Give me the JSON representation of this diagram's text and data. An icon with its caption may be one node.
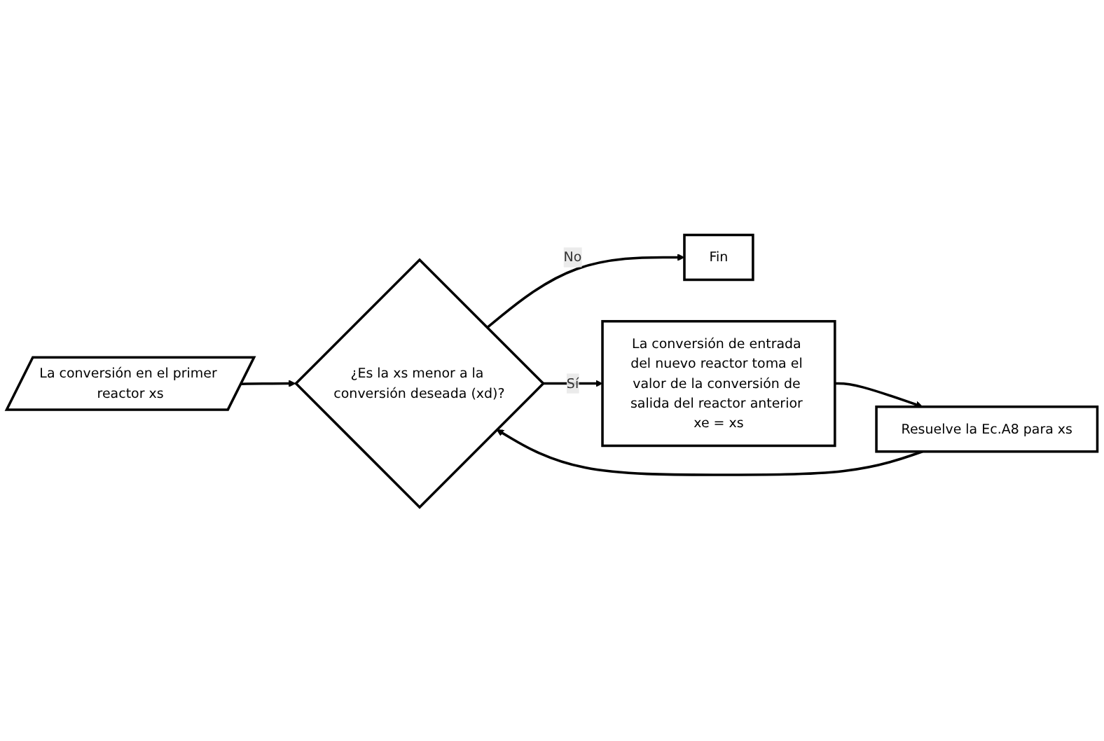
{
  "diagram": {
    "nodes": [
      {
        "text": [
          "La conversión en el primer reactor xs"
        ]
      },
      {
        "text": [
          "¿Es la xs menor a la conversión deseada (xd)?"
        ]
      },
      {
        "text": [
          "Fin"
        ]
      },
      {
        "text": [
          "Resuelve la Ec.A8 para xs"
        ]
      },
      {
        "text": [
          "La conversión de entrada del nuevo reactor toma el valor de la conversión de salida del reactor anterior xe = xs"
        ]
      }
    ],
    "edges": [
      {
        "from": 0,
        "to": 1,
        "arrow": "to"
      },
      {
        "from": 1,
        "to": 2,
        "arrow": "to",
        "label": "No"
      },
      {
        "from": 1,
        "to": 4,
        "arrow": "to",
        "label": "Sí"
      },
      {
        "from": 4,
        "to": 3,
        "arrow": "to"
      },
      {
        "from": 3,
        "to": 1,
        "arrow": "to"
      }
    ]
  }
}
